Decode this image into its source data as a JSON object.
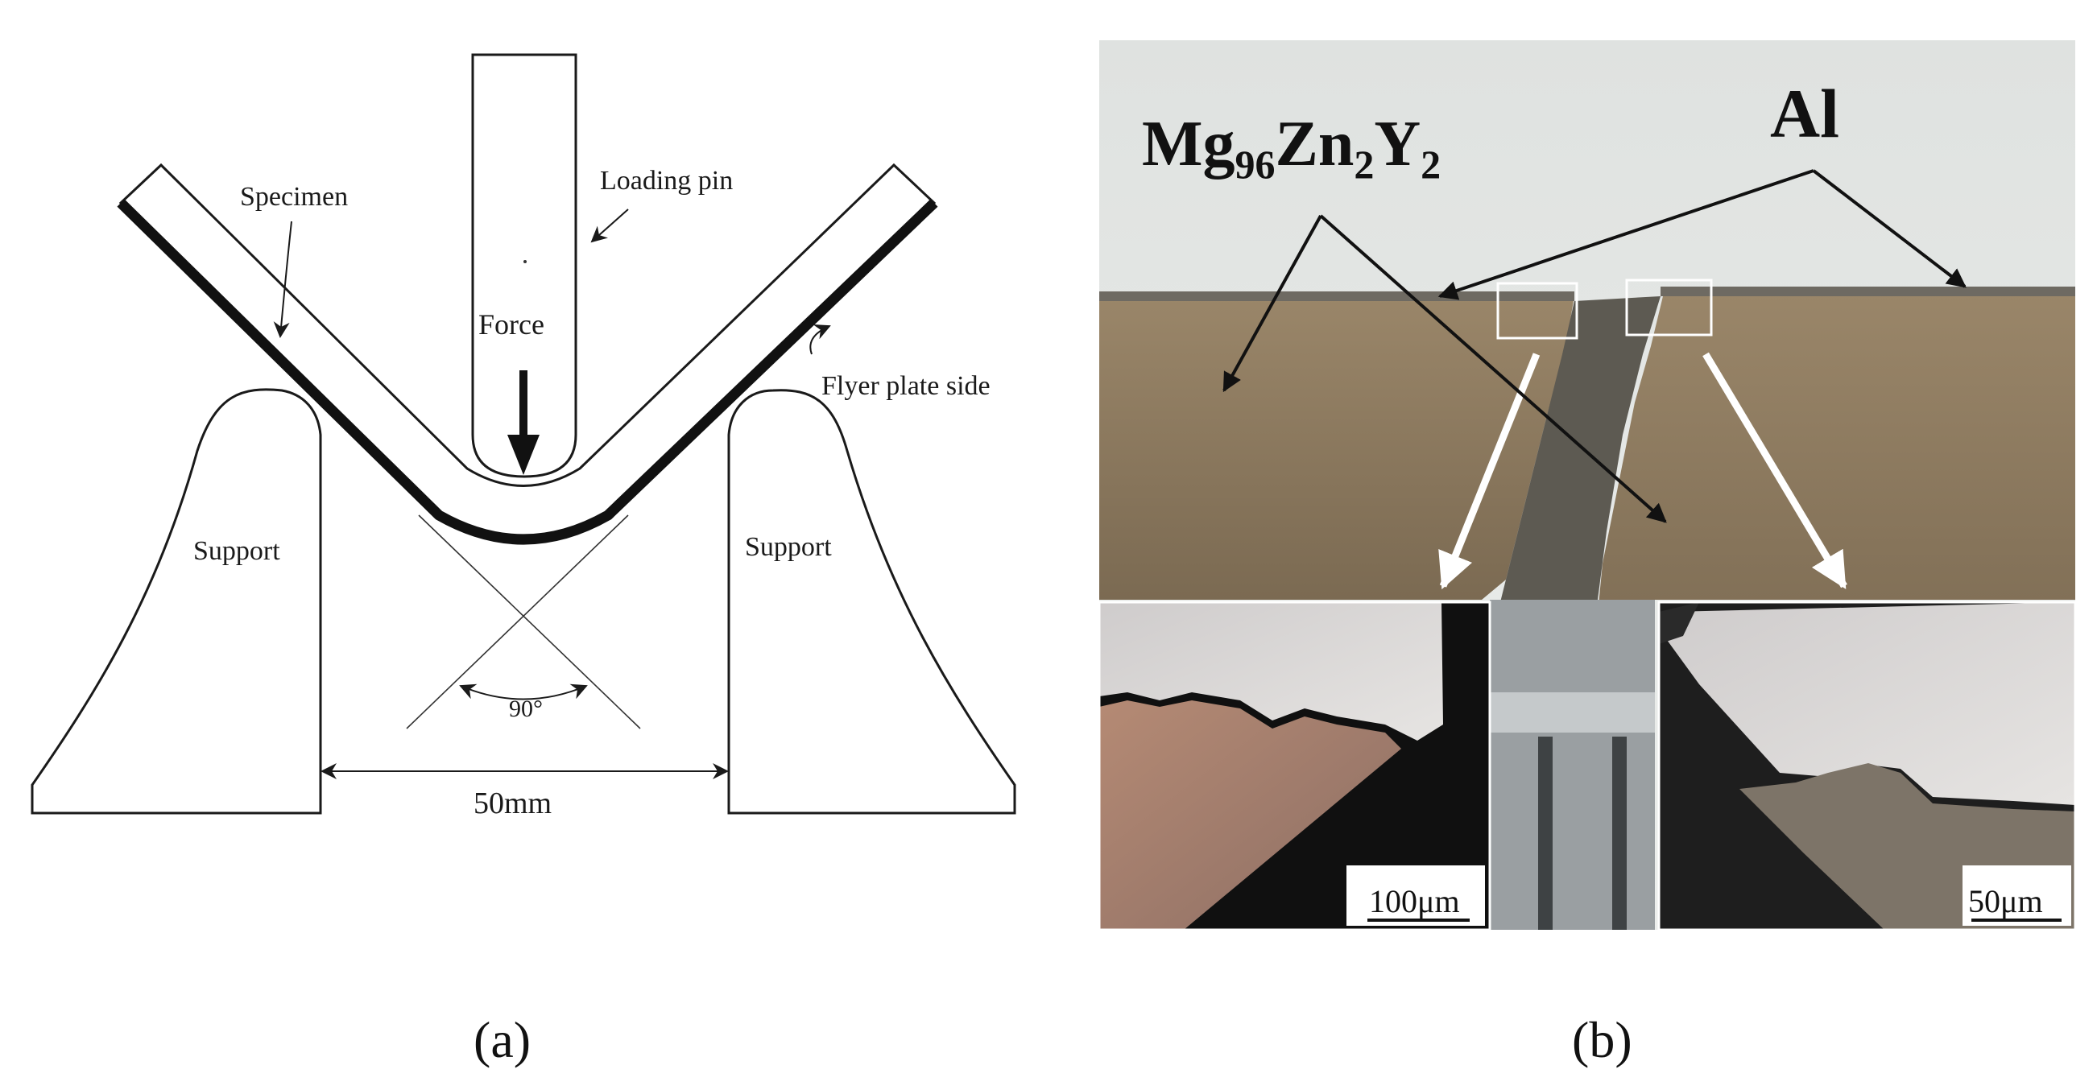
{
  "panel_a": {
    "caption": "(a)",
    "labels": {
      "specimen": "Specimen",
      "loading_pin": "Loading pin",
      "force": "Force",
      "flyer_plate_side": "Flyer plate side",
      "support_left": "Support",
      "support_right": "Support",
      "angle": "90°",
      "span": "50mm"
    }
  },
  "panel_b": {
    "caption": "(b)",
    "labels": {
      "mg_base": "Mg",
      "mg_sub1": "96",
      "zn_base": "Zn",
      "zn_sub": "2",
      "y_base": "Y",
      "y_sub": "2",
      "al": "Al"
    },
    "scale_bars": {
      "left": "100μm",
      "right": "50μm"
    }
  },
  "colors": {
    "line": "#1a1a1a",
    "photo_wall": "#e6e8e6",
    "photo_metal": "#8e7a5e",
    "micro_bright": "#d8d6d4",
    "micro_mg": "#a87f6e"
  }
}
